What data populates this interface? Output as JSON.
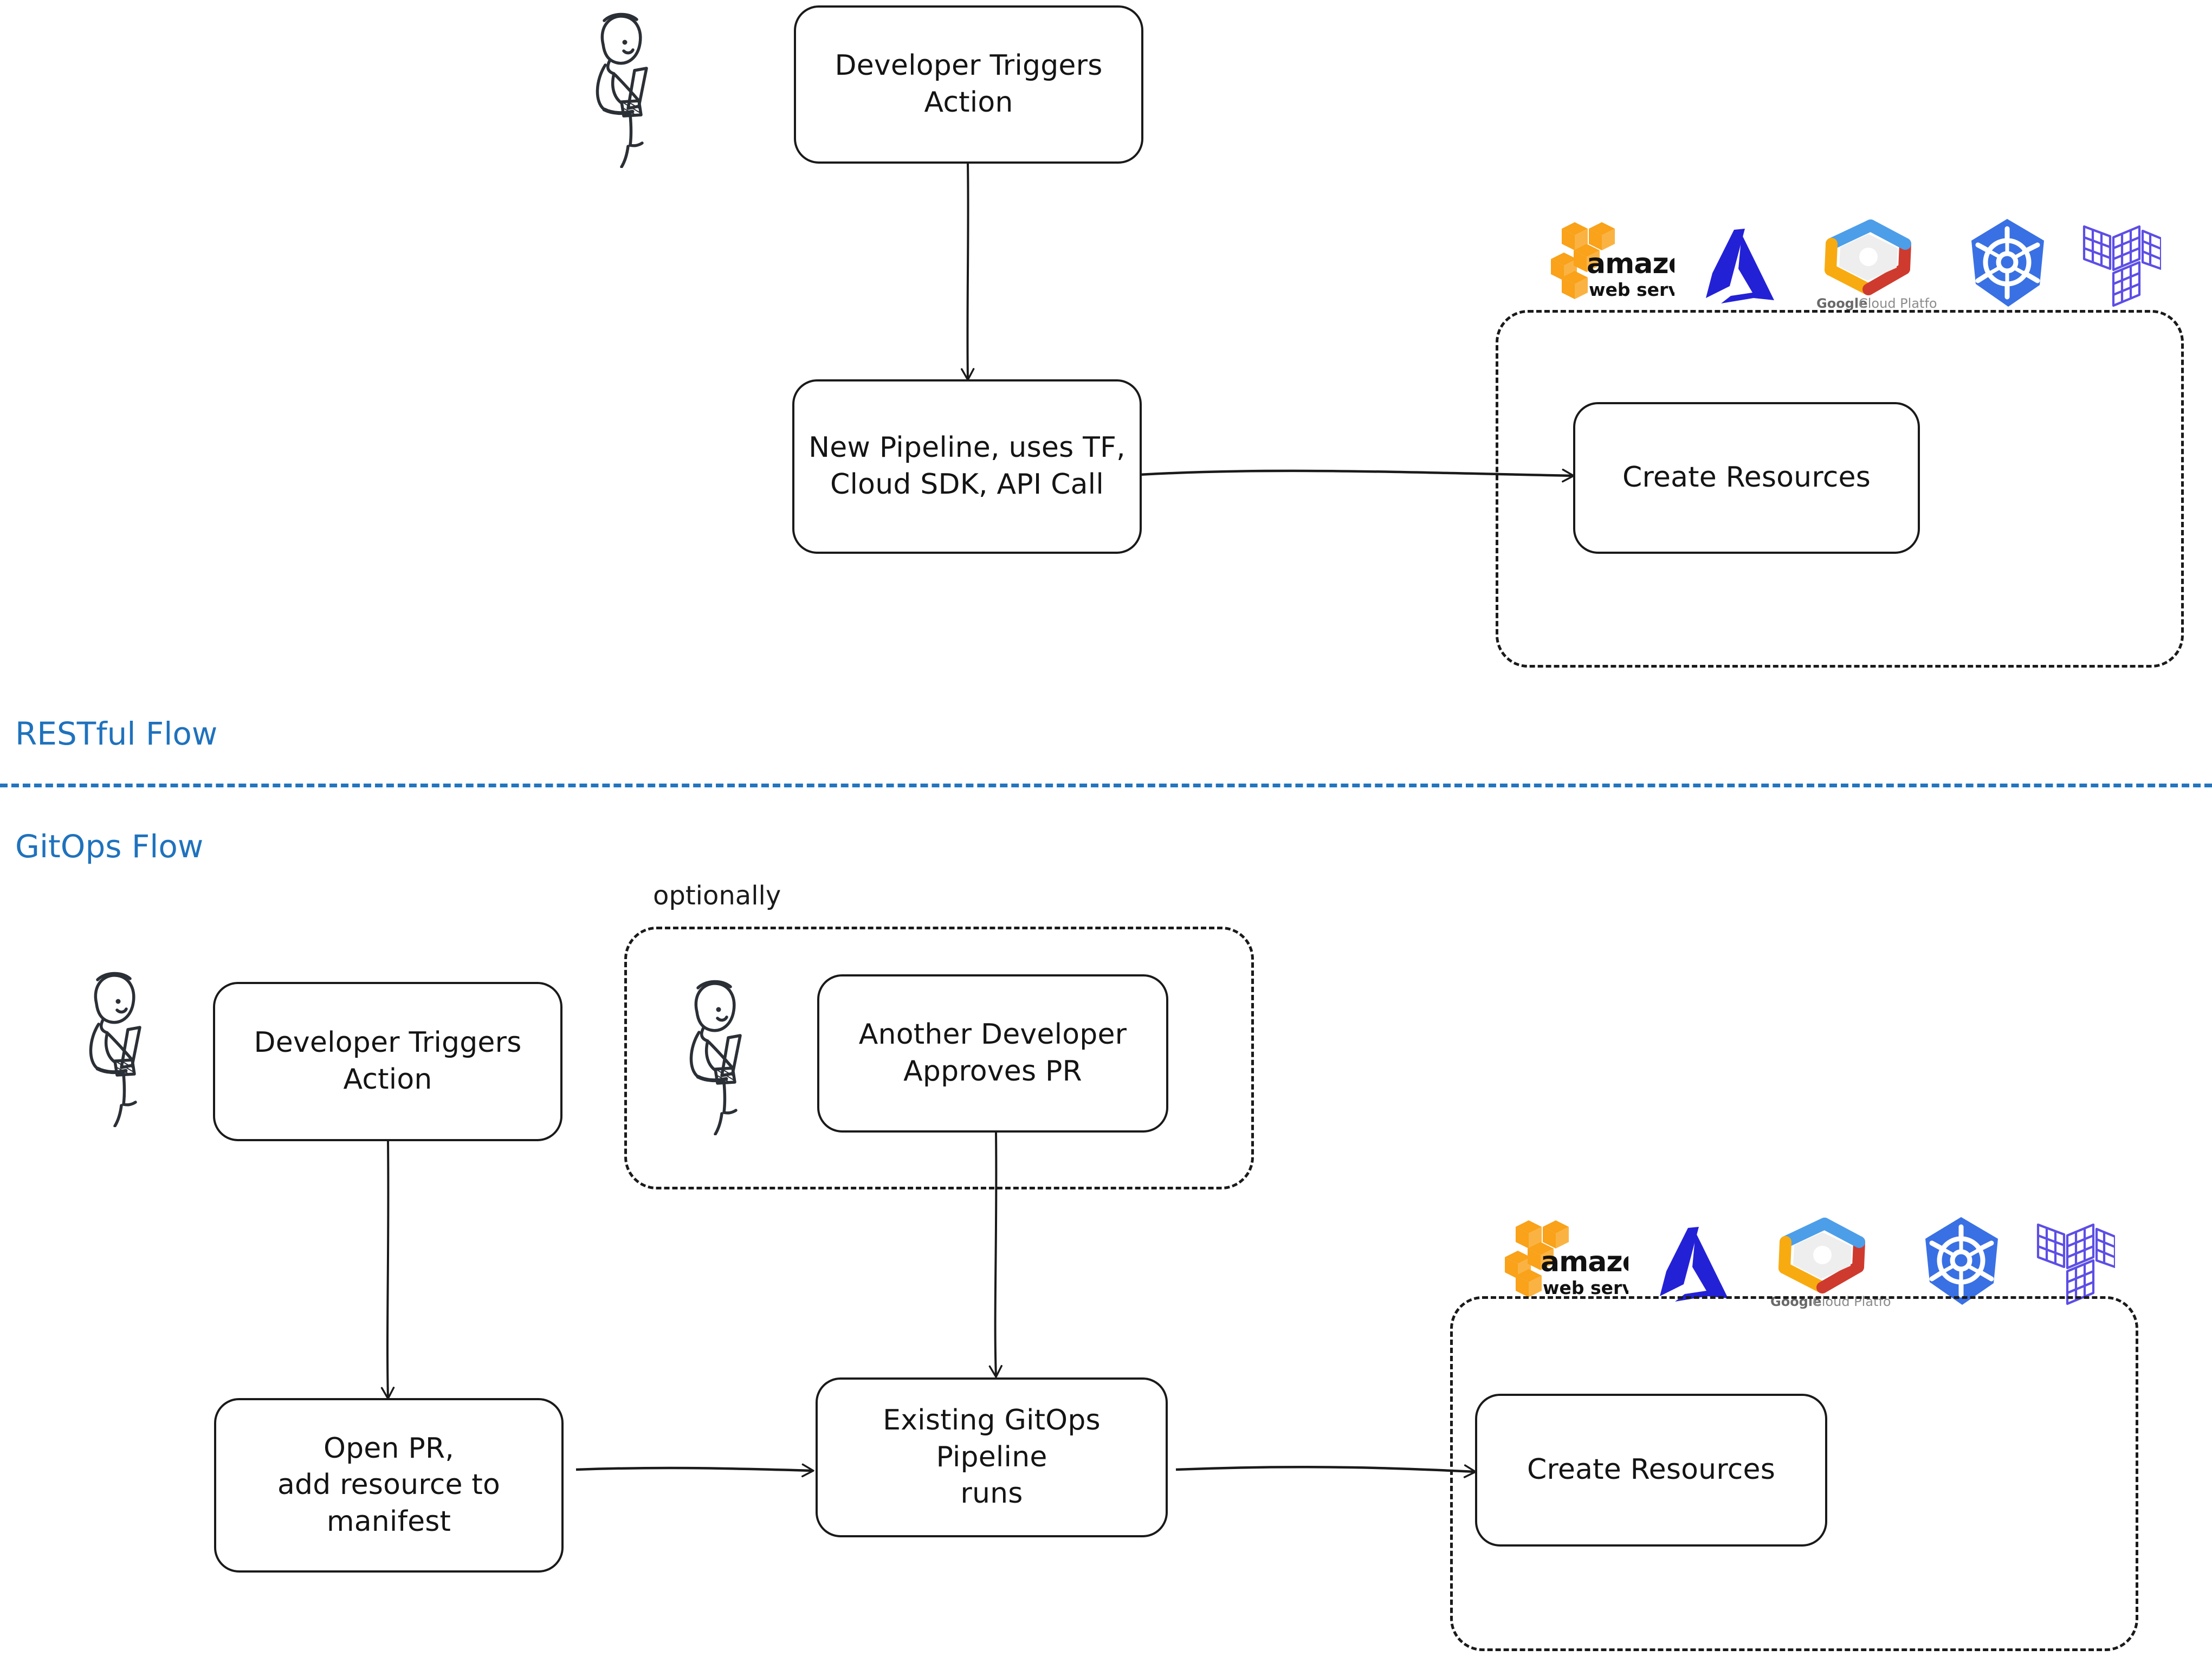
{
  "diagram": {
    "title_alt": "RESTful Flow vs GitOps Flow infrastructure provisioning diagram",
    "divider_color": "#2275be",
    "label_color": "#1f72bd",
    "stroke_color": "#1a1a1a"
  },
  "sections": [
    {
      "id": "restful",
      "label": "RESTful Flow"
    },
    {
      "id": "gitops",
      "label": "GitOps Flow"
    }
  ],
  "restful_flow": {
    "nodes": [
      {
        "id": "dev-trigger",
        "text": "Developer Triggers\nAction"
      },
      {
        "id": "new-pipeline",
        "text": "New Pipeline, uses TF,\nCloud SDK, API Call"
      },
      {
        "id": "create-res",
        "text": "Create Resources"
      }
    ],
    "group_label": "",
    "actors": [
      {
        "id": "developer",
        "name": "developer-stick-figure"
      }
    ],
    "edges": [
      {
        "from": "dev-trigger",
        "to": "new-pipeline",
        "label": ""
      },
      {
        "from": "new-pipeline",
        "to": "create-res",
        "label": ""
      }
    ]
  },
  "gitops_flow": {
    "nodes": [
      {
        "id": "dev-trigger-2",
        "text": "Developer Triggers\nAction"
      },
      {
        "id": "another-dev",
        "text": "Another Developer\nApproves PR"
      },
      {
        "id": "open-pr",
        "text": "Open PR,\nadd resource to\nmanifest"
      },
      {
        "id": "gitops-pipeline",
        "text": "Existing GitOps Pipeline\nruns"
      },
      {
        "id": "create-res-2",
        "text": "Create Resources"
      }
    ],
    "optional_label": "optionally",
    "actors": [
      {
        "id": "developer-2",
        "name": "developer-stick-figure"
      },
      {
        "id": "another-developer",
        "name": "another-developer-stick-figure"
      }
    ],
    "edges": [
      {
        "from": "dev-trigger-2",
        "to": "open-pr",
        "label": ""
      },
      {
        "from": "open-pr",
        "to": "gitops-pipeline",
        "label": ""
      },
      {
        "from": "another-dev",
        "to": "gitops-pipeline",
        "label": ""
      },
      {
        "from": "gitops-pipeline",
        "to": "create-res-2",
        "label": ""
      }
    ]
  },
  "cloud_logos": [
    {
      "id": "aws",
      "name": "aws-logo",
      "label": "amazon",
      "sublabel": "web services",
      "color": "#f9a21a"
    },
    {
      "id": "azure",
      "name": "azure-logo",
      "label": "",
      "sublabel": "",
      "color": "#2321d6"
    },
    {
      "id": "gcp",
      "name": "gcp-logo",
      "label": "Google",
      "sublabel": "Cloud Platform",
      "color": "#4285f4"
    },
    {
      "id": "kubernetes",
      "name": "kubernetes-logo",
      "label": "",
      "sublabel": "",
      "color": "#3970e4"
    },
    {
      "id": "terraform",
      "name": "terraform-logo",
      "label": "",
      "sublabel": "",
      "color": "#5c4ee5"
    }
  ]
}
